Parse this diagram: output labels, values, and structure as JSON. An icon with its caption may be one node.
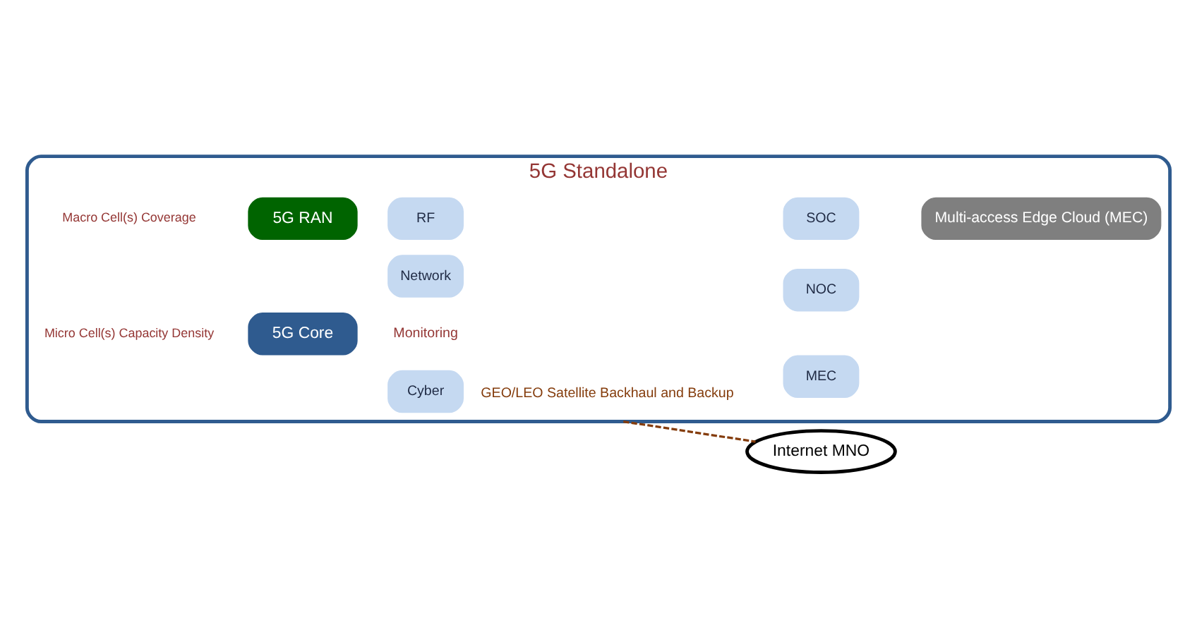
{
  "diagram": {
    "nodes": [
      {
        "text": [
          "5G Standalone"
        ]
      },
      {
        "text": [
          "Macro Cell(s) Coverage"
        ],
        "in": 0
      },
      {
        "text": [
          "Micro Cell(s) Capacity Density"
        ],
        "in": 0
      },
      {
        "text": [
          "5G RAN"
        ],
        "in": 0
      },
      {
        "text": [
          "5G Core"
        ],
        "in": 0
      },
      {
        "text": [
          "RF"
        ],
        "in": 0
      },
      {
        "text": [
          "Cyber"
        ],
        "in": 0
      },
      {
        "text": [
          "Network"
        ],
        "in": 0
      },
      {
        "text": [
          "SOC"
        ],
        "in": 0
      },
      {
        "text": [
          "NOC"
        ],
        "in": 0
      },
      {
        "text": [
          "MEC"
        ],
        "in": 0
      },
      {
        "text": [
          "Multi-access Edge Cloud (MEC)"
        ],
        "in": 0
      },
      {
        "text": [
          "Internet MNO"
        ]
      }
    ],
    "edges": [
      {
        "from": 0,
        "to": 12,
        "arrow": "none",
        "style": "dashed",
        "color": "#843c0c",
        "label": "GEO/LEO Satellite Backhaul and Backup"
      }
    ],
    "labels": [
      "Monitoring"
    ]
  }
}
